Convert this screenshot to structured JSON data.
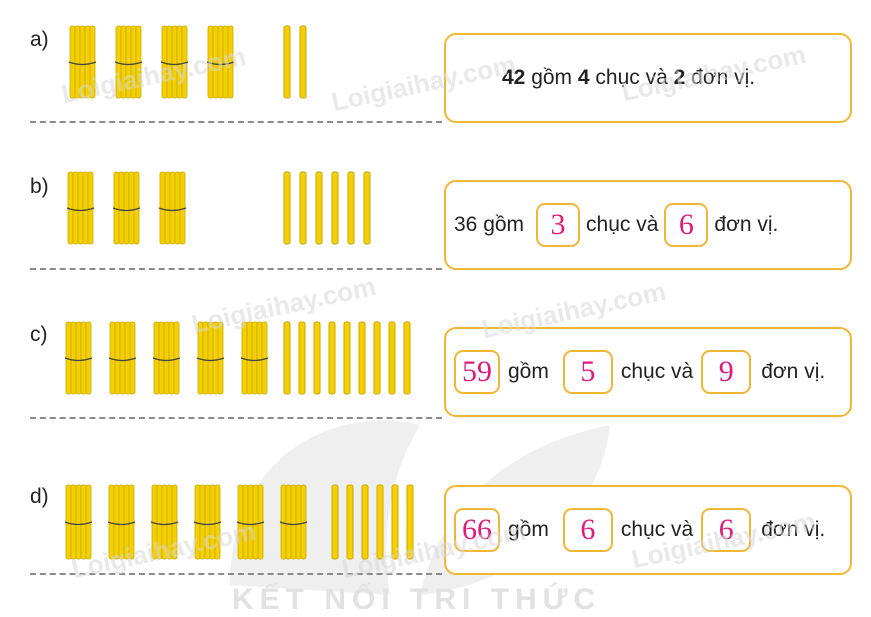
{
  "rows": [
    {
      "label": "a)",
      "tens": 4,
      "ones": 2,
      "parts": {
        "number": "42",
        "t1": " gồm ",
        "tens_val": "4",
        "t2": " chục và ",
        "ones_val": "2",
        "t3": " đơn vị."
      }
    },
    {
      "label": "b)",
      "tens": 3,
      "ones": 6,
      "parts": {
        "number": "36",
        "t1": " gồm",
        "tens_val": "3",
        "t2": "chục và",
        "ones_val": "6",
        "t3": "đơn vị."
      }
    },
    {
      "label": "c)",
      "tens": 5,
      "ones": 9,
      "parts": {
        "number": "59",
        "t1": "gồm",
        "tens_val": "5",
        "t2": "chục và",
        "ones_val": "9",
        "t3": "đơn vị."
      }
    },
    {
      "label": "d)",
      "tens": 6,
      "ones": 6,
      "parts": {
        "number": "66",
        "t1": "gồm",
        "tens_val": "6",
        "t2": "chục và",
        "ones_val": "6",
        "t3": "đơn vị."
      }
    }
  ],
  "watermark": "Loigiaihay.com",
  "footer_watermark": "KẾT NỐI TRI THỨC",
  "colors": {
    "stick": "#f5d000",
    "stick_edge": "#c9a800",
    "box_border": "#f2b636",
    "answer": "#e0197a"
  }
}
